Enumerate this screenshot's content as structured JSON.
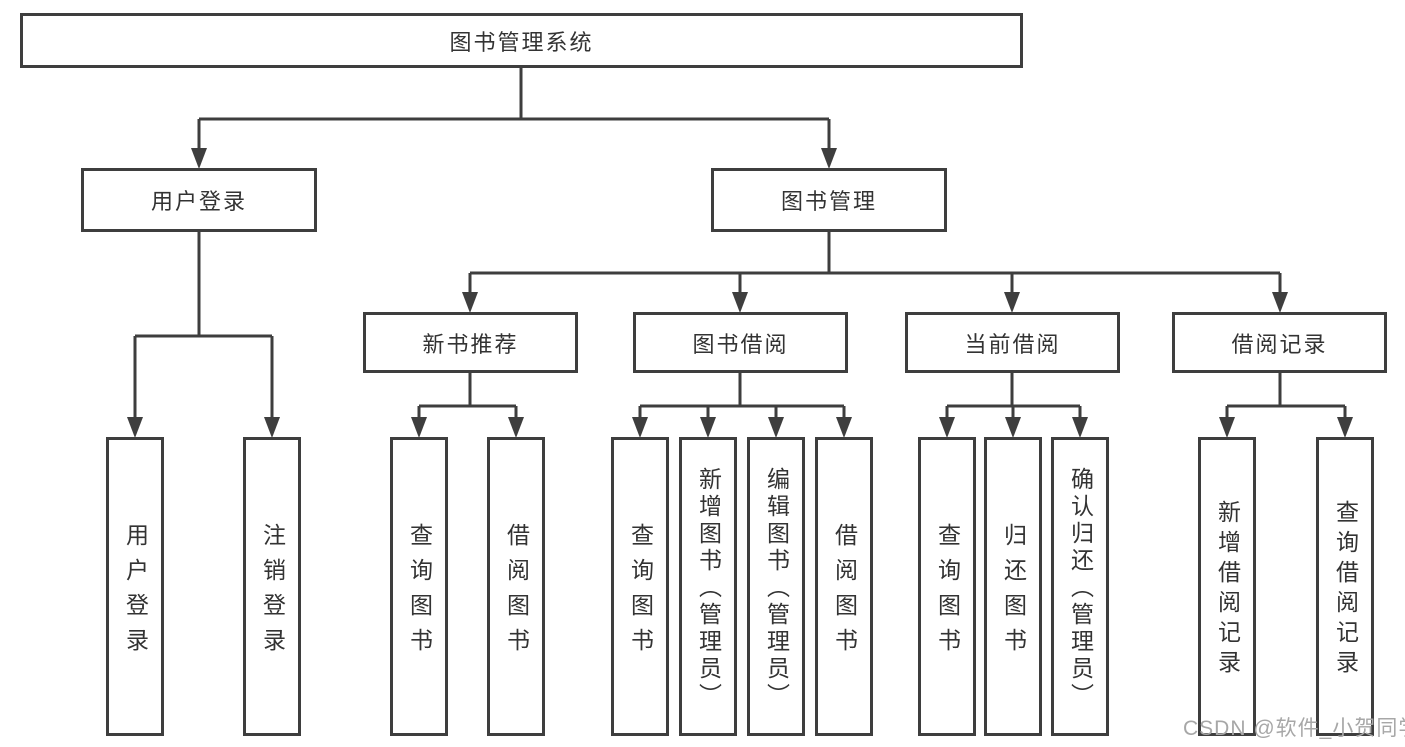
{
  "nodes": {
    "root": "图书管理系统",
    "user_login": "用户登录",
    "book_mgmt": "图书管理",
    "new_book_rec": "新书推荐",
    "book_borrow": "图书借阅",
    "current_borrow": "当前借阅",
    "borrow_records": "借阅记录",
    "leaf_user_login": "用户登录",
    "leaf_logout": "注销登录",
    "leaf_query_book_rec": "查询图书",
    "leaf_borrow_book_rec": "借阅图书",
    "leaf_query_book_borrow": "查询图书",
    "leaf_add_book_admin": "新增图书（管理员）",
    "leaf_edit_book_admin": "编辑图书（管理员）",
    "leaf_borrow_book_borrow": "借阅图书",
    "leaf_query_book_current": "查询图书",
    "leaf_return_book": "归还图书",
    "leaf_confirm_return_admin": "确认归还（管理员）",
    "leaf_add_borrow_record": "新增借阅记录",
    "leaf_query_borrow_record": "查询借阅记录"
  },
  "watermark": {
    "text": "CSDN @软件_小贺同学"
  },
  "colors": {
    "line": "#3e3e3e",
    "text": "#333333",
    "watermark": "#a7a7a7",
    "background": "#ffffff"
  }
}
